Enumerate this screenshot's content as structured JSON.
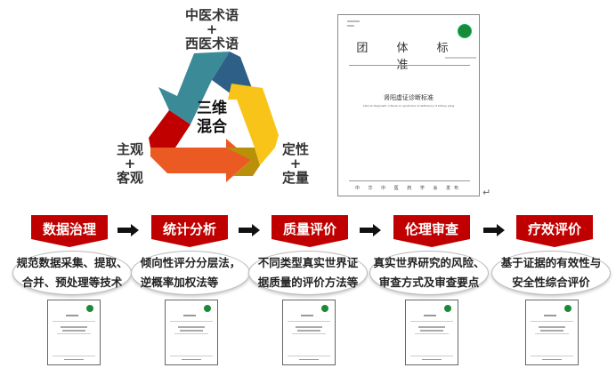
{
  "triangle": {
    "top_label": [
      "中医术语",
      "+",
      "西医术语"
    ],
    "left_label": [
      "主观",
      "+",
      "客观"
    ],
    "right_label": [
      "定性",
      "+",
      "定量"
    ],
    "center_label": [
      "三维",
      "混合"
    ],
    "colors": {
      "teal": "#3a8a98",
      "dark_blue": "#2e5f86",
      "red": "#c00000",
      "orange": "#ec5a24",
      "gold": "#b8900a",
      "yellow": "#f8c41a"
    }
  },
  "document": {
    "header": "团 体 标 准",
    "title": "肾阳虚证诊断标准",
    "subtitle": "Clinical diagnostic criteria on syndrome of deficiency of kidney yang",
    "publisher": "中 华 中 医 药 学 会 发布"
  },
  "steps": [
    {
      "label": "数据治理",
      "desc": [
        "规范数据采集、提取、",
        "合并、预处理等技术"
      ]
    },
    {
      "label": "统计分析",
      "desc": [
        "倾向性评分分层法，",
        "逆概率加权法等"
      ]
    },
    {
      "label": "质量评价",
      "desc": [
        "不同类型真实世界证",
        "据质量的评价方法等"
      ]
    },
    {
      "label": "伦理审查",
      "desc": [
        "真实世界研究的风险、",
        "审查方式及审查要点"
      ]
    },
    {
      "label": "疗效评价",
      "desc": [
        "基于证据的有效性与",
        "安全性综合评价"
      ]
    }
  ],
  "colors": {
    "step_red": "#c00000",
    "arrow": "#111111"
  }
}
